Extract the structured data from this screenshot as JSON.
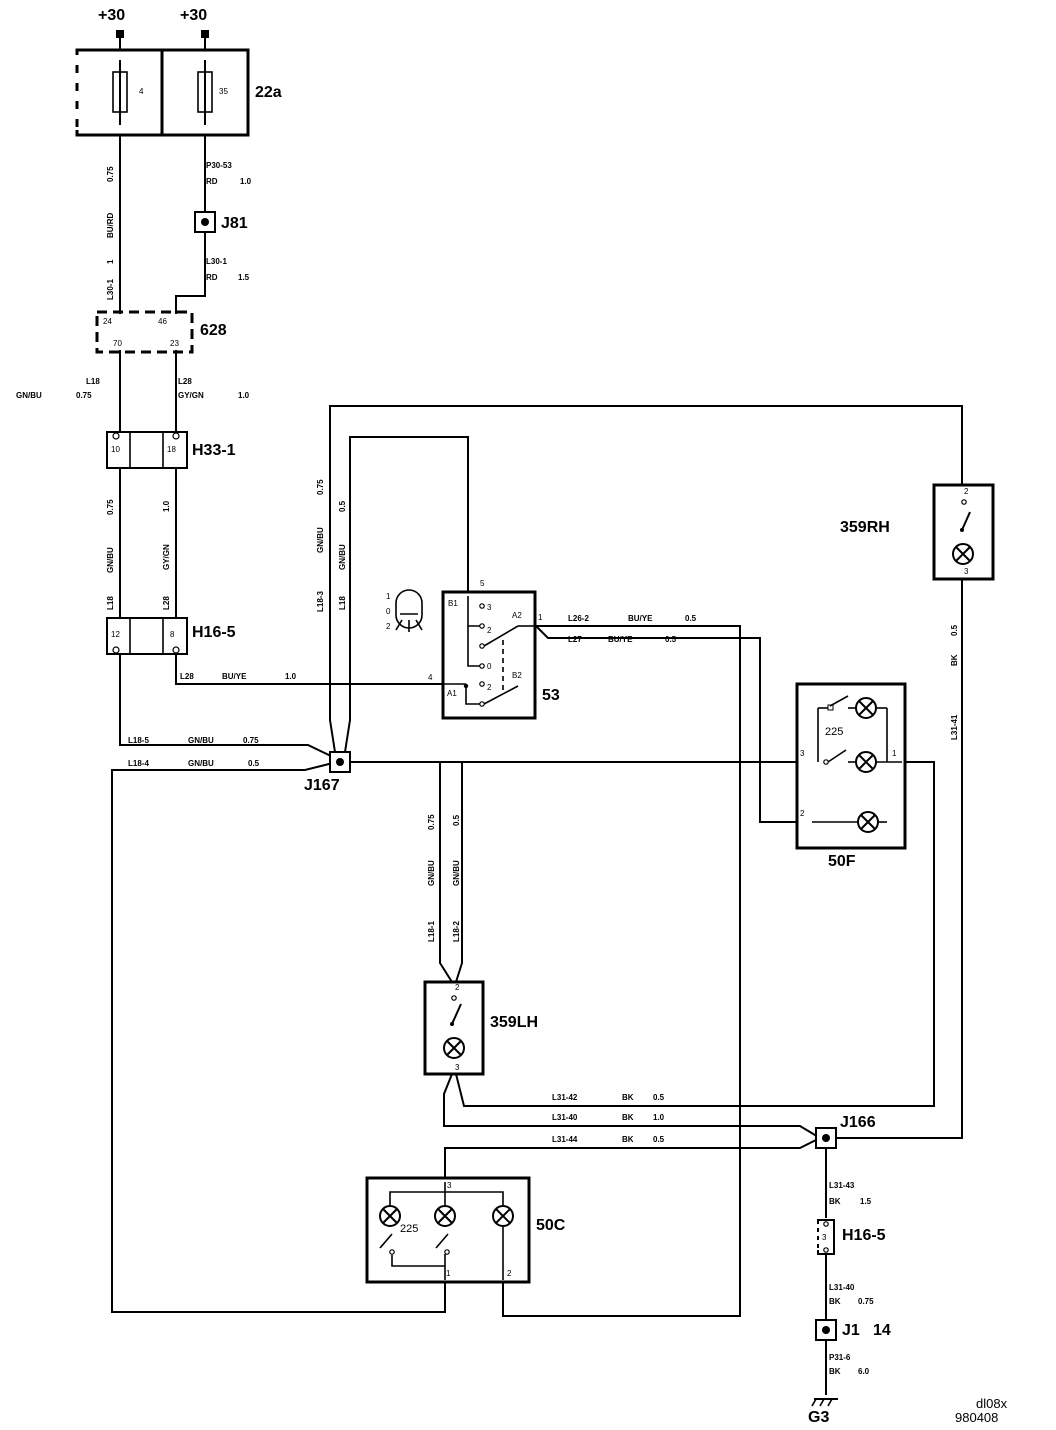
{
  "supply": {
    "left": "+30",
    "right": "+30"
  },
  "fusebox": {
    "id": "22a",
    "fuse_left": "4",
    "fuse_right": "35"
  },
  "wires_top": {
    "left_size": "0.75",
    "left_color": "BU/RD",
    "left_pin": "1",
    "left_name": "L30-1",
    "right_name": "P30-53",
    "right_color": "RD",
    "right_size": "1.0",
    "right2_name": "L30-1",
    "right2_color": "RD",
    "right2_size": "1.5"
  },
  "j81": "J81",
  "conn628": {
    "id": "628",
    "p24": "24",
    "p46": "46",
    "p70": "70",
    "p23": "23"
  },
  "left_labels": {
    "l18": "L18",
    "gnbu": "GN/BU",
    "s075": "0.75",
    "l28": "L28",
    "gygn": "GY/GN",
    "s10": "1.0"
  },
  "h33": {
    "id": "H33-1",
    "p10": "10",
    "p18": "18",
    "s075": "0.75",
    "gnbu": "GN/BU",
    "l18": "L18",
    "s10": "1.0",
    "gygn": "GY/GN",
    "l28": "L28"
  },
  "h16a": {
    "id": "H16-5",
    "p12": "12",
    "p8": "8"
  },
  "l28w": {
    "name": "L28",
    "color": "BU/YE",
    "size": "1.0"
  },
  "l185": {
    "name": "L18-5",
    "color": "GN/BU",
    "size": "0.75"
  },
  "l184": {
    "name": "L18-4",
    "color": "GN/BU",
    "size": "0.5"
  },
  "j167": "J167",
  "vert_a": {
    "size": "0.75",
    "color": "GN/BU",
    "name": "L18-3"
  },
  "vert_b": {
    "size": "0.5",
    "color": "GN/BU",
    "name": "L18"
  },
  "switch53": {
    "id": "53",
    "p5": "5",
    "b1": "B1",
    "a2": "A2",
    "p1": "1",
    "p4": "4",
    "a1": "A1",
    "b2": "B2",
    "o": "0",
    "pos1": "1",
    "pos0": "0",
    "pos2": "2",
    "k2a": "2",
    "k0": "0",
    "k2b": "2",
    "k3": "3"
  },
  "l262": {
    "name": "L26-2",
    "color": "BU/YE",
    "size": "0.5"
  },
  "l27": {
    "name": "L27",
    "color": "BU/YE",
    "size": "0.5"
  },
  "rh": {
    "id": "359RH",
    "p2": "2",
    "p3": "3",
    "size": "0.5",
    "color": "BK",
    "name": "L31-41"
  },
  "f50": {
    "id": "50F",
    "bulb": "225",
    "p3": "3",
    "p1": "1",
    "p2": "2"
  },
  "mid": {
    "s075": "0.75",
    "s05": "0.5",
    "gnbu1": "GN/BU",
    "gnbu2": "GN/BU",
    "l181": "L18-1",
    "l182": "L18-2"
  },
  "lh": {
    "id": "359LH",
    "p2": "2",
    "p3": "3"
  },
  "gnd_wires": [
    {
      "name": "L31-42",
      "color": "BK",
      "size": "0.5"
    },
    {
      "name": "L31-40",
      "color": "BK",
      "size": "1.0"
    },
    {
      "name": "L31-44",
      "color": "BK",
      "size": "0.5"
    }
  ],
  "j166": "J166",
  "c50": {
    "id": "50C",
    "bulb": "225",
    "p3": "3",
    "p1": "1",
    "p2": "2"
  },
  "l3143": {
    "name": "L31-43",
    "color": "BK",
    "size": "1.5"
  },
  "h16b": {
    "id": "H16-5",
    "p3": "3"
  },
  "l3140b": {
    "name": "L31-40",
    "color": "BK",
    "size": "0.75"
  },
  "j1": {
    "id": "J1",
    "pin": "14"
  },
  "p316": {
    "name": "P31-6",
    "color": "BK",
    "size": "6.0"
  },
  "g3": "G3",
  "ref": {
    "code": "dl08x",
    "date": "980408"
  }
}
